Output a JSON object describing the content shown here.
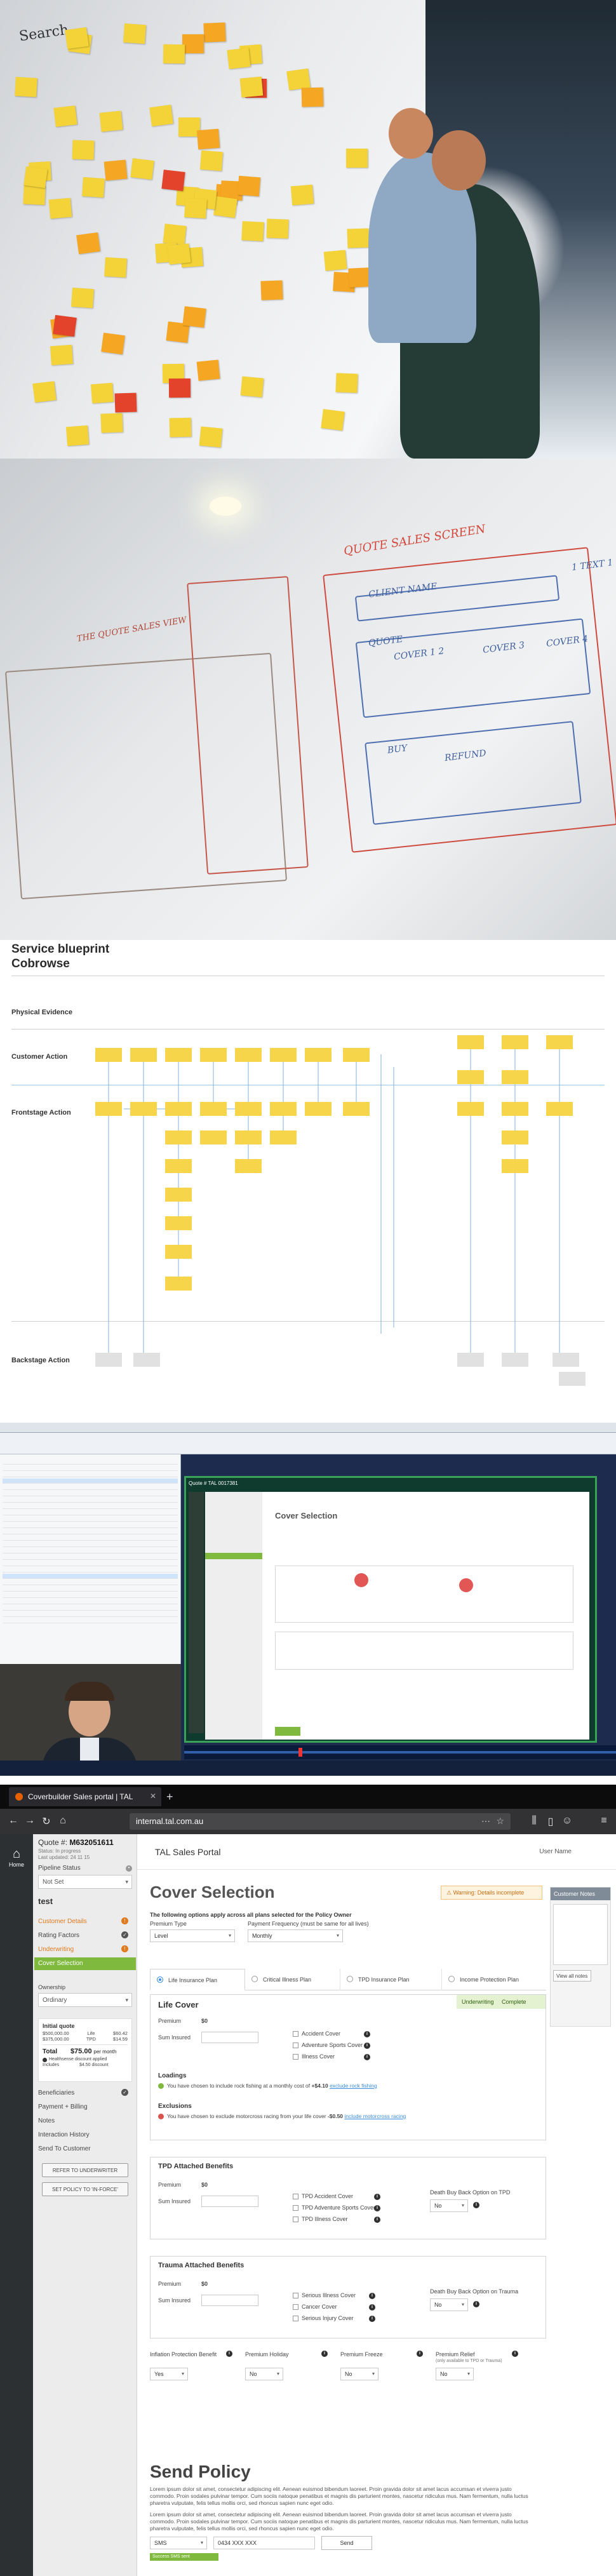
{
  "photo1": {
    "board_scribble": "Search"
  },
  "photo2": {
    "board_heading": "QUOTE SALES SCREEN",
    "board_left_heading": "THE QUOTE SALES VIEW",
    "board_labels": [
      "CLIENT NAME",
      "QUOTE",
      "COVER 1 2",
      "COVER 3",
      "COVER 4",
      "BUY",
      "REFUND",
      "1 TEXT 1"
    ]
  },
  "blueprint": {
    "title_line1": "Service blueprint",
    "title_line2": "Cobrowse",
    "lanes": {
      "physical": "Physical Evidence",
      "customer": "Customer Action",
      "frontstage": "Frontstage Action",
      "backstage": "Backstage Action"
    }
  },
  "video_call": {
    "main_window_tab": "Quote # TAL 0017381",
    "main_window_heading": "Cover Selection"
  },
  "browser": {
    "tab_title": "Coverbuilder Sales portal | TAL",
    "new_tab": "+",
    "url": "internal.tal.com.au"
  },
  "rail": {
    "home_label": "Home",
    "home_icon": "home-icon"
  },
  "quote_pane": {
    "quote_label": "Quote #:",
    "quote_number": "M632051611",
    "status_line": "Status: In progress",
    "updated_line": "Last updated: 24 11 15",
    "pipeline_label": "Pipeline Status",
    "pipeline_value": "Not Set",
    "customer_name": "test",
    "nav": [
      {
        "label": "Customer Details",
        "state": "warning"
      },
      {
        "label": "Rating Factors",
        "state": "done"
      },
      {
        "label": "Underwriting",
        "state": "warning"
      },
      {
        "label": "Cover Selection",
        "state": "active"
      }
    ],
    "ownership_label": "Ownership",
    "ownership_value": "Ordinary",
    "initial_quote_label": "Initial quote",
    "initial_quote_rows": [
      {
        "amount": "$500,000.00",
        "product": "Life",
        "premium": "$60.42"
      },
      {
        "amount": "$375,000.00",
        "product": "TPD",
        "premium": "$14.59"
      }
    ],
    "total_label": "Total",
    "total_value": "$75.00",
    "total_period": "per month",
    "discount_line": "Healthsense discount applied",
    "includes_label": "Includes",
    "includes_value": "$4.50 discount",
    "links": [
      "Beneficiaries",
      "Payment + Billing",
      "Notes",
      "Interaction History",
      "Send To Customer"
    ],
    "refer_button": "REFER TO UNDERWRITER",
    "set_policy_button": "SET POLICY TO 'IN-FORCE'"
  },
  "portal": {
    "title": "TAL Sales Portal",
    "user": "User Name"
  },
  "cover": {
    "title": "Cover Selection",
    "warning": "Warning: Details incomplete",
    "intro": "The following options apply across all plans selected for the Policy Owner",
    "premium_type_label": "Premium Type",
    "premium_type_value": "Level",
    "frequency_label": "Payment Frequency (must be same for all lives)",
    "frequency_value": "Monthly",
    "tabs": [
      "Life Insurance Plan",
      "Critical Illness Plan",
      "TPD Insurance Plan",
      "Income Protection Plan"
    ],
    "life": {
      "title": "Life Cover",
      "status_left": "Underwriting",
      "status_right": "Complete",
      "premium_label": "Premium",
      "premium_value": "$0",
      "sum_label": "Sum Insured",
      "options": [
        "Accident Cover",
        "Adventure Sports Cover",
        "Illness Cover"
      ],
      "loadings_label": "Loadings",
      "loading_text": "You have chosen to include rock fishing at a monthly cost of",
      "loading_amount": "+$4.10",
      "loading_link": "exclude rock fishing",
      "exclusions_label": "Exclusions",
      "exclusion_text": "You have chosen to exclude motorcross racing from your life cover",
      "exclusion_amount": "-$0.50",
      "exclusion_link": "include motorcross racing"
    },
    "tpd": {
      "title": "TPD Attached Benefits",
      "premium_label": "Premium",
      "premium_value": "$0",
      "sum_label": "Sum Insured",
      "options": [
        "TPD Accident Cover",
        "TPD Adventure Sports Cover",
        "TPD Illness Cover"
      ],
      "death_buy_back_label": "Death Buy Back Option on TPD",
      "death_buy_back_value": "No"
    },
    "trauma": {
      "title": "Trauma Attached Benefits",
      "premium_label": "Premium",
      "premium_value": "$0",
      "sum_label": "Sum Insured",
      "options": [
        "Serious Illness Cover",
        "Cancer Cover",
        "Serious Injury Cover"
      ],
      "death_buy_back_label": "Death Buy Back Option on Trauma",
      "death_buy_back_value": "No"
    },
    "extras": [
      {
        "label": "Inflation Protection Benefit",
        "value": "Yes"
      },
      {
        "label": "Premium Holiday",
        "value": "No"
      },
      {
        "label": "Premium Freeze",
        "value": "No"
      },
      {
        "label": "Premium Relief",
        "value": "No"
      }
    ],
    "extras_hint": "(only available to TPD or Trauma)"
  },
  "send_policy": {
    "title": "Send Policy",
    "para1": "Lorem ipsum dolor sit amet, consectetur adipiscing elit. Aenean euismod bibendum laoreet. Proin gravida dolor sit amet lacus accumsan et viverra justo commodo. Proin sodales pulvinar tempor. Cum sociis natoque penatibus et magnis dis parturient montes, nascetur ridiculus mus. Nam fermentum, nulla luctus pharetra vulputate, felis tellus mollis orci, sed rhoncus sapien nunc eget odio.",
    "para2": "Lorem ipsum dolor sit amet, consectetur adipiscing elit. Aenean euismod bibendum laoreet. Proin gravida dolor sit amet lacus accumsan et viverra justo commodo. Proin sodales pulvinar tempor. Cum sociis natoque penatibus et magnis dis parturient montes, nascetur ridiculus mus. Nam fermentum, nulla luctus pharetra vulputate, felis tellus mollis orci, sed rhoncus sapien nunc eget odio.",
    "channel_value": "SMS",
    "phone_value": "0434 XXX XXX",
    "send_button": "Send",
    "success": "Success SMS sent"
  },
  "customer_notes": {
    "title": "Customer Notes",
    "view_all": "View all notes"
  },
  "colors": {
    "accent_green": "#7fb93d",
    "warning_orange": "#e07a1e",
    "link_blue": "#3a8de0",
    "sticky_yellow": "#f3d338"
  }
}
